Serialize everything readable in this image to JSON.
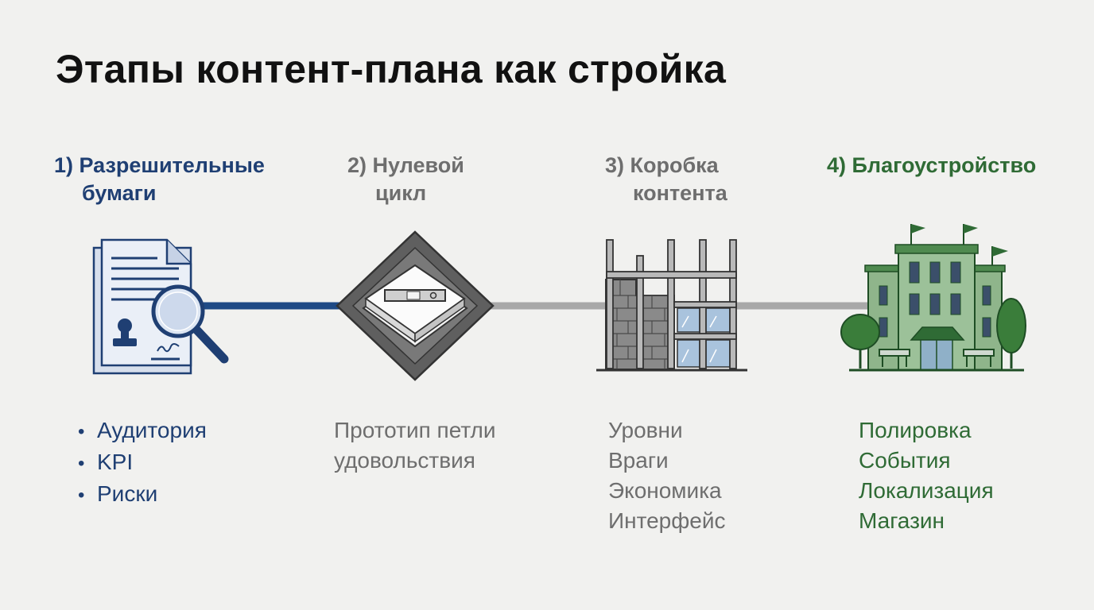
{
  "title": "Этапы контент-плана как стройка",
  "stages": [
    {
      "title_line1": "1) Разрешительные",
      "title_line2": "бумаги",
      "icon": "permit-document-magnifier-icon",
      "color": "#1f3f73",
      "items": [
        "Аудитория",
        "KPI",
        "Риски"
      ]
    },
    {
      "title_line1": "2) Нулевой",
      "title_line2": "цикл",
      "icon": "foundation-level-icon",
      "color": "#6e6e6e",
      "items": [
        "Прототип петли",
        "удовольствия"
      ]
    },
    {
      "title_line1": "3) Коробка",
      "title_line2": "контента",
      "icon": "building-frame-icon",
      "color": "#6e6e6e",
      "items": [
        "Уровни",
        "Враги",
        "Экономика",
        "Интерфейс"
      ]
    },
    {
      "title_line1": "4) Благоустройство",
      "title_line2": "",
      "icon": "finished-building-icon",
      "color": "#2f6b35",
      "items": [
        "Полировка",
        "События",
        "Локализация",
        "Магазин"
      ]
    }
  ]
}
